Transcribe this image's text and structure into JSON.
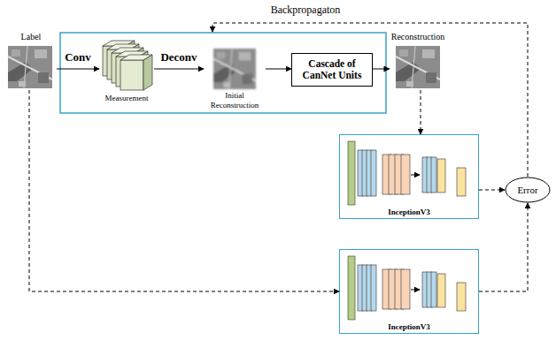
{
  "diagram": {
    "nodes": [
      {
        "text": [
          "Label"
        ]
      },
      {
        "text": [
          "Measurement"
        ]
      },
      {
        "text": [
          "Initial Reconstruction"
        ]
      },
      {
        "text": [
          "Cascade of CanNet Units"
        ]
      },
      {
        "text": [
          "Reconstruction"
        ]
      },
      {
        "text": [
          "InceptionV3"
        ]
      },
      {
        "text": [
          "InceptionV3"
        ]
      },
      {
        "text": [
          "Error"
        ]
      }
    ],
    "edges": [
      {
        "from": 0,
        "to": 1,
        "label": "Conv",
        "arrow": "to"
      },
      {
        "from": 1,
        "to": 2,
        "label": "Deconv",
        "arrow": "to"
      },
      {
        "from": 2,
        "to": 3,
        "arrow": "to"
      },
      {
        "from": 3,
        "to": 4,
        "arrow": "to"
      },
      {
        "from": 4,
        "to": 5,
        "arrow": "to"
      },
      {
        "from": 0,
        "to": 6,
        "arrow": "to"
      },
      {
        "from": 5,
        "to": 7,
        "arrow": "to"
      },
      {
        "from": 6,
        "to": 7,
        "arrow": "to"
      }
    ],
    "labels": [
      "Backpropagaton"
    ]
  }
}
